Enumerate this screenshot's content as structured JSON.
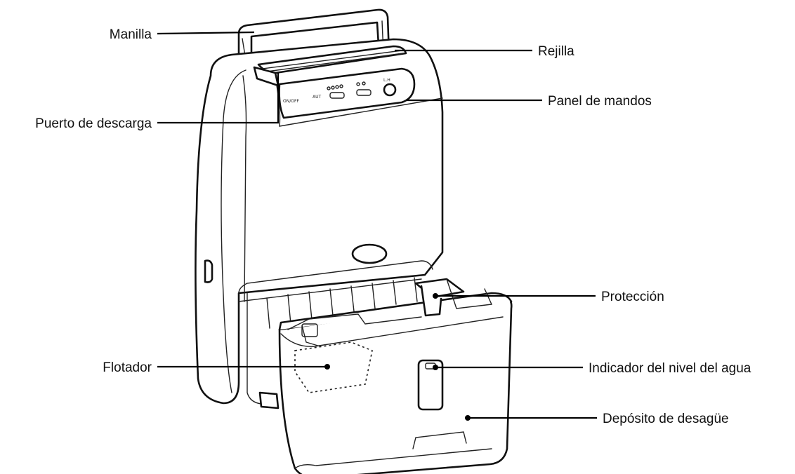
{
  "labels": {
    "manilla": "Manilla",
    "puerto_descarga": "Puerto de descarga",
    "rejilla": "Rejilla",
    "panel_mandos": "Panel de mandos",
    "proteccion": "Protección",
    "flotador": "Flotador",
    "indicador_nivel": "Indicador del nivel del agua",
    "deposito": "Depósito de desagüe"
  },
  "colors": {
    "line": "#000000",
    "background": "#ffffff"
  }
}
